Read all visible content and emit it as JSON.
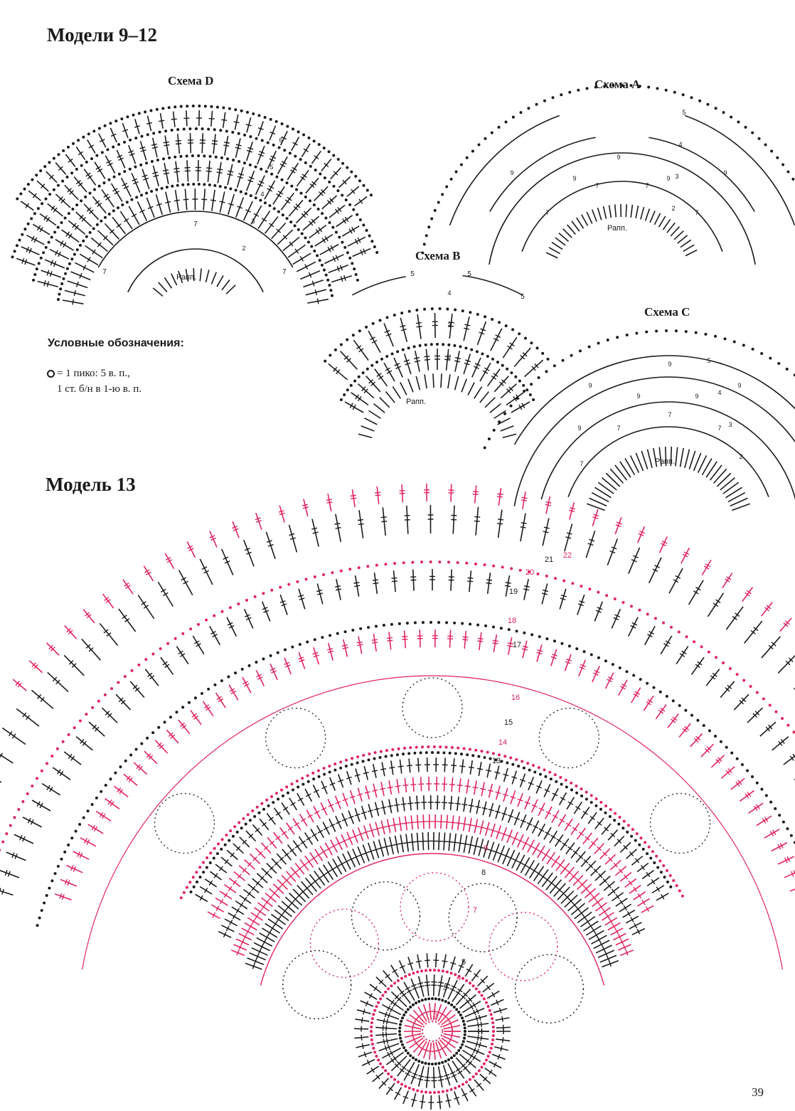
{
  "header": {
    "title": "Модели 9–12"
  },
  "schemes": [
    {
      "id": "D",
      "caption": "Схема D",
      "arc_labels": [
        "7",
        "7",
        "7"
      ],
      "row_labels": [
        "2",
        "3",
        "4",
        "5",
        "6"
      ],
      "center_label": "Рапп."
    },
    {
      "id": "A",
      "caption": "Схема A",
      "arc_labels": [
        "9",
        "9",
        "9",
        "9",
        "9",
        "7",
        "7",
        "7",
        "7"
      ],
      "row_labels": [
        "2",
        "3",
        "4",
        "5"
      ],
      "center_label": "Рапп."
    },
    {
      "id": "B",
      "caption": "Схема B",
      "arc_labels": [
        "5",
        "5",
        "5"
      ],
      "row_labels": [
        "2",
        "3",
        "4"
      ],
      "center_label": "Рапп."
    },
    {
      "id": "C",
      "caption": "Схема C",
      "arc_labels": [
        "9",
        "9",
        "9",
        "9",
        "9",
        "9",
        "7",
        "7",
        "7",
        "7"
      ],
      "row_labels": [
        "2",
        "3",
        "4",
        "5"
      ],
      "center_label": "Рапп."
    }
  ],
  "legend": {
    "title": "Условные обозначения:",
    "items": [
      {
        "symbol": "pico-circle-icon",
        "line1": "= 1 пико: 5 в. п.,",
        "line2": "1 ст. б/н в 1-ю в. п."
      }
    ]
  },
  "model13": {
    "title": "Модель 13",
    "row_labels": [
      "2",
      "3",
      "4",
      "5",
      "7",
      "8",
      "9",
      "13",
      "14",
      "15",
      "16",
      "17",
      "18",
      "19",
      "20",
      "21",
      "22"
    ]
  },
  "colors": {
    "ink": "#1a1a1a",
    "accent": "#e0245e"
  },
  "page_number": "39"
}
